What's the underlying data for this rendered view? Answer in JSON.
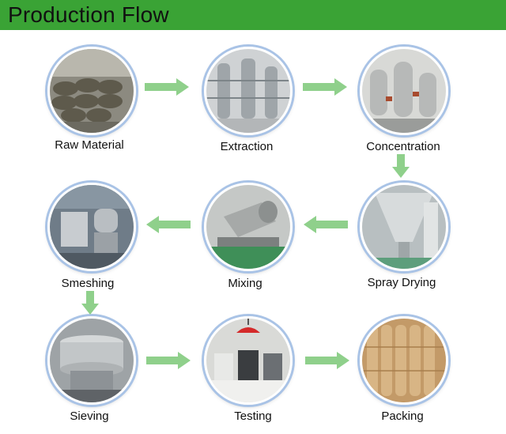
{
  "header": {
    "title": "Production Flow"
  },
  "steps": [
    {
      "label": "Raw Material",
      "icon": "raw-material-photo"
    },
    {
      "label": "Extraction",
      "icon": "extraction-photo"
    },
    {
      "label": "Concentration",
      "icon": "concentration-photo"
    },
    {
      "label": "Spray Drying",
      "icon": "spray-drying-photo"
    },
    {
      "label": "Mixing",
      "icon": "mixing-photo"
    },
    {
      "label": "Smeshing",
      "icon": "smeshing-photo"
    },
    {
      "label": "Sieving",
      "icon": "sieving-photo"
    },
    {
      "label": "Testing",
      "icon": "testing-photo"
    },
    {
      "label": "Packing",
      "icon": "packing-photo"
    }
  ],
  "colors": {
    "banner": "#3aa335",
    "arrow": "#8fd08b",
    "ring": "#a9c3e6"
  }
}
